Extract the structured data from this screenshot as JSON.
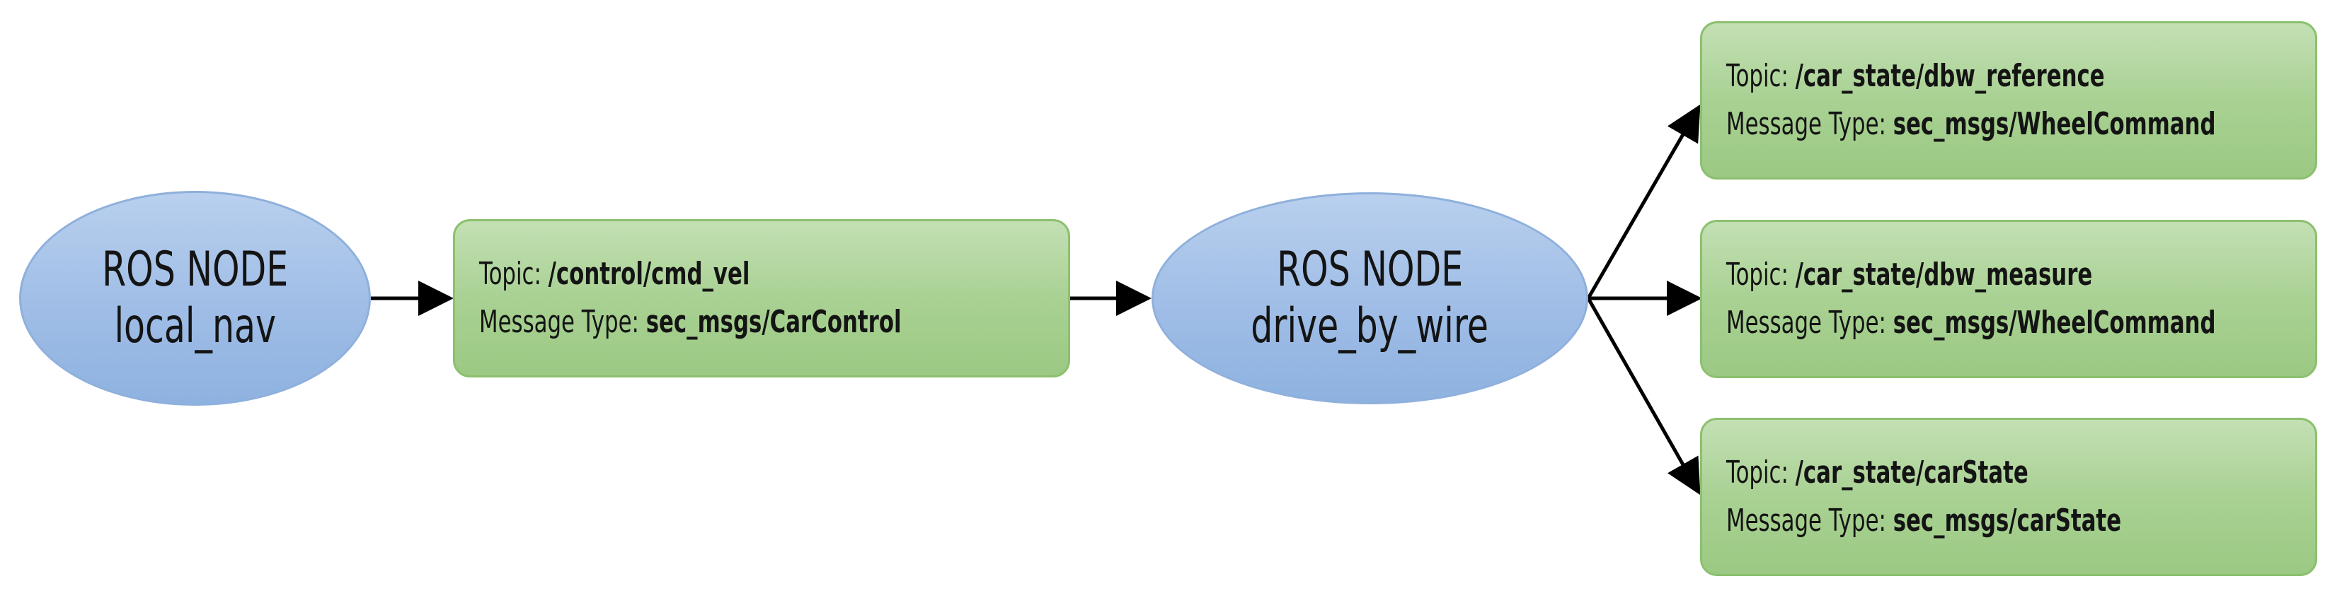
{
  "diagram": {
    "nodes": [
      {
        "id": "local_nav",
        "type_label": "ROS NODE",
        "name": "local_nav"
      },
      {
        "id": "drive_by_wire",
        "type_label": "ROS NODE",
        "name": "drive_by_wire"
      }
    ],
    "topics": [
      {
        "id": "cmd_vel",
        "topic_key": "Topic:",
        "topic": "/control/cmd_vel",
        "msg_key": "Message Type:",
        "msg_type": "sec_msgs/CarControl"
      },
      {
        "id": "dbw_reference",
        "topic_key": "Topic:",
        "topic": "/car_state/dbw_reference",
        "msg_key": "Message Type:",
        "msg_type": "sec_msgs/WheelCommand"
      },
      {
        "id": "dbw_measure",
        "topic_key": "Topic:",
        "topic": "/car_state/dbw_measure",
        "msg_key": "Message Type:",
        "msg_type": "sec_msgs/WheelCommand"
      },
      {
        "id": "carState",
        "topic_key": "Topic:",
        "topic": "/car_state/carState",
        "msg_key": "Message Type:",
        "msg_type": "sec_msgs/carState"
      }
    ],
    "edges": [
      {
        "from": "local_nav",
        "to": "cmd_vel"
      },
      {
        "from": "cmd_vel",
        "to": "drive_by_wire"
      },
      {
        "from": "drive_by_wire",
        "to": "dbw_reference"
      },
      {
        "from": "drive_by_wire",
        "to": "dbw_measure"
      },
      {
        "from": "drive_by_wire",
        "to": "carState"
      }
    ],
    "colors": {
      "node_fill": "#9fbde6",
      "node_border": "#8fb0dc",
      "topic_fill": "#a9d193",
      "topic_border": "#8cc06e",
      "arrow": "#000000"
    }
  }
}
